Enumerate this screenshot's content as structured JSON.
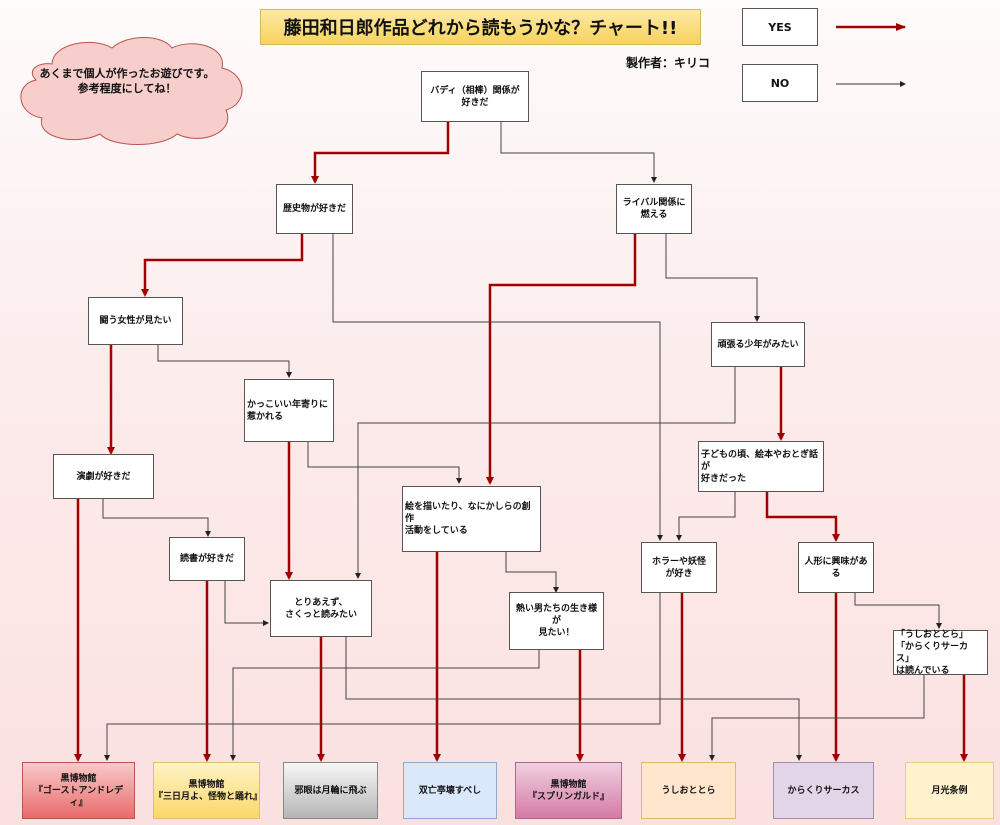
{
  "title": "藤田和日郎作品どれから読もうかな？チャート!!",
  "author": "製作者：キリコ",
  "note": "あくまで個人が作ったお遊びです。\n参考程度にしてね！",
  "legend": {
    "yes_label": "YES",
    "no_label": "NO",
    "yes_color": "#a00000",
    "no_color": "#333333"
  },
  "questions": {
    "buddy": "バディ（相棒）関係が\n好きだ",
    "history": "歴史物が好きだ",
    "rival": "ライバル関係に\n燃える",
    "fighting_women": "闘う女性が見たい",
    "cool_elders": "かっこいい年寄りに\n惹かれる",
    "hardworking_boy": "頑張る少年がみたい",
    "theater": "演劇が好きだ",
    "reading": "読書が好きだ",
    "creative": "絵を描いたり、なにかしらの創作\n活動をしている",
    "picture_books": "子どもの頃、絵本やおとぎ話が\n好きだった",
    "quick_read": "とりあえず、\nさくっと読みたい",
    "hot_men": "熱い男たちの生き様が\n見たい！",
    "horror": "ホラーや妖怪\nが好き",
    "dolls": "人形に興味がある",
    "already_read": "「うしおととら」\n「からくりサーカス」\nは読んでいる"
  },
  "results": [
    {
      "label": "黒博物館\n『ゴーストアンドレデ\nィ』"
    },
    {
      "label": "黒博物館\n『三日月よ、怪物と踊れ』"
    },
    {
      "label": "邪眼は月輪に飛ぶ"
    },
    {
      "label": "双亡亭壊すべし"
    },
    {
      "label": "黒博物館\n『スプリンガルド』"
    },
    {
      "label": "うしおととら"
    },
    {
      "label": "からくりサーカス"
    },
    {
      "label": "月光条例"
    }
  ]
}
